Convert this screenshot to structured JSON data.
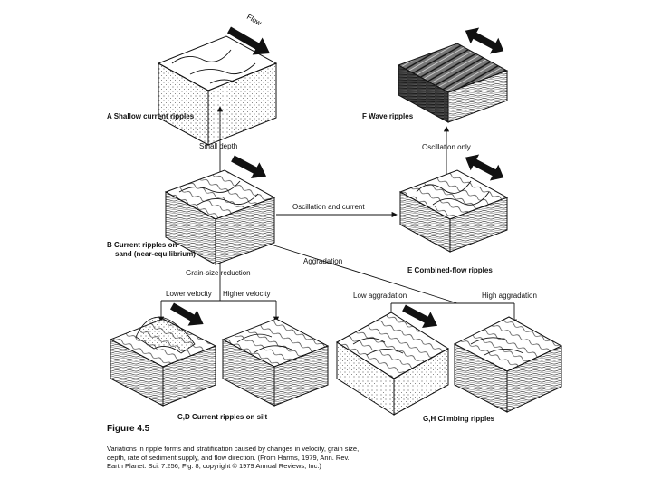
{
  "figure": {
    "title": "Figure 4.5",
    "caption_lines": [
      "Variations in ripple forms and stratification caused by changes in velocity, grain size,",
      "depth, rate of sediment supply, and flow direction. (From Harms, 1979, Ann. Rev.",
      "Earth Planet. Sci. 7:256, Fig. 8; copyright © 1979 Annual Reviews, Inc.)"
    ]
  },
  "blocks": {
    "a": {
      "label": "A  Shallow current ripples"
    },
    "b": {
      "label_line1": "B  Current ripples on",
      "label_line2": "sand (near-equilibrium)"
    },
    "e": {
      "label": "E  Combined-flow ripples"
    },
    "f": {
      "label": "F  Wave ripples"
    },
    "cd": {
      "label": "C,D  Current ripples on silt"
    },
    "gh": {
      "label": "G,H  Climbing ripples"
    }
  },
  "arrows": {
    "flow": "Flow",
    "small_depth": "Small depth",
    "oscillation_only": "Oscillation only",
    "oscillation_current": "Oscillation and current",
    "aggradation": "Aggradation",
    "grain_size_reduction": "Grain-size reduction",
    "lower_velocity": "Lower velocity",
    "higher_velocity": "Higher velocity",
    "low_aggradation": "Low aggradation",
    "high_aggradation": "High aggradation"
  },
  "icons": {
    "flow_arrow": "thick-black-arrow-icon",
    "oscillation_arrow": "double-headed-arrow-icon"
  }
}
